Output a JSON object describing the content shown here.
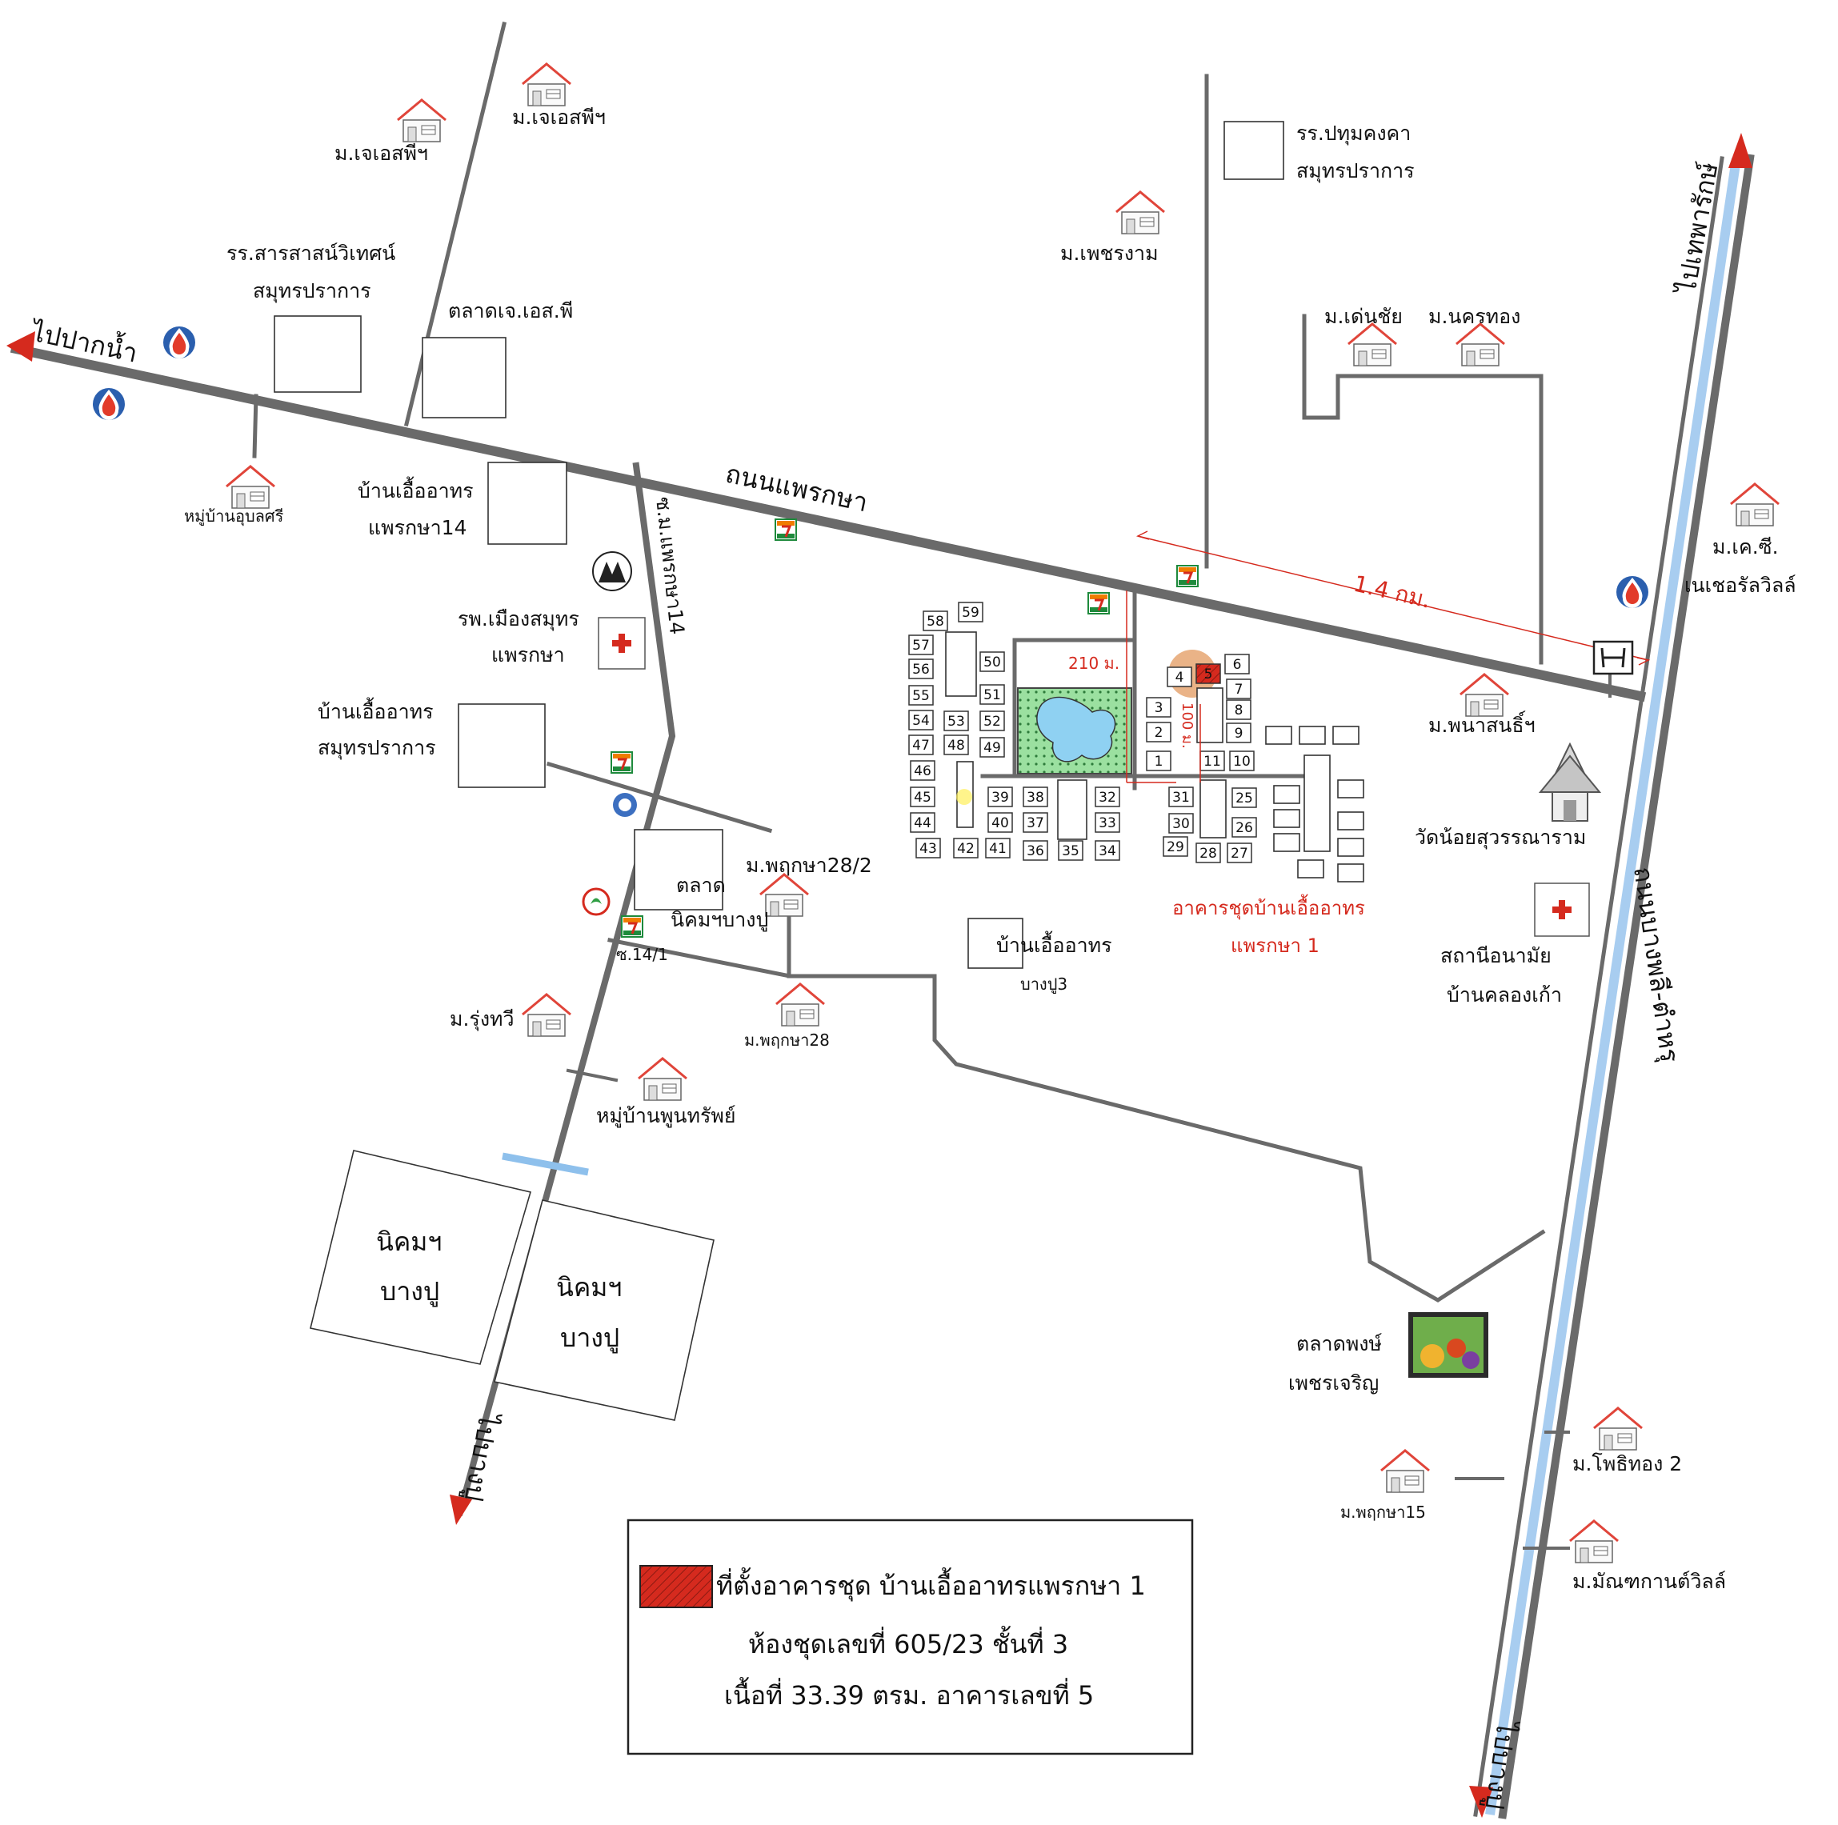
{
  "colors": {
    "road": "#6a6a6a",
    "canal": "#a8cdf0",
    "accent_red": "#d52a1e",
    "pond": "#8fd1f2",
    "park": "#9be0a0",
    "site_orange": "#e5a069"
  },
  "icons": {
    "house": "house-icon",
    "gas_station": "gas-station-icon",
    "hospital": "red-cross-icon",
    "convenience_store": "seven-eleven-icon",
    "temple": "temple-icon",
    "market": "market-icon",
    "car_dealer": "honda-icon",
    "bank": "bank-icon",
    "post": "tree-logo-icon"
  },
  "roads": {
    "main": "ถนนแพรกษา",
    "east": "ถนนบางพลี-ตำหรุ",
    "soi14": "ซ.ม.แพรกษา14",
    "soi14_1": "ซ.14/1"
  },
  "directions": {
    "pak_nam": "ไปปากน้ำ",
    "thepharak": "ไปเทพารักษ์",
    "bangpu_west": "ไปบางปู",
    "bangpu_east": "ไปบางปู"
  },
  "places": {
    "jsp1": "ม.เจเอสพีฯ",
    "jsp2": "ม.เจเอสพีฯ",
    "school1_l1": "รร.สารสาสน์วิเทศน์",
    "school1_l2": "สมุทรปราการ",
    "market_jsp": "ตลาดเจ.เอส.พี",
    "ubonsri": "หมู่บ้านอุบลศรี",
    "eua14_l1": "บ้านเอื้ออาทร",
    "eua14_l2": "แพรกษา14",
    "hosp_l1": "รพ.เมืองสมุทร",
    "hosp_l2": "แพรกษา",
    "euasp_l1": "บ้านเอื้ออาทร",
    "euasp_l2": "สมุทรปราการ",
    "market_nikhom_l1": "ตลาด",
    "market_nikhom_l2": "นิคมฯบางปู",
    "pruksa282": "ม.พฤกษา28/2",
    "eua_bangpu_l1": "บ้านเอื้ออาทร",
    "eua_bangpu_l2": "บางปู3",
    "pruksa28": "ม.พฤกษา28",
    "rungthawee": "ม.รุ่งทวี",
    "poonsub": "หมู่บ้านพูนทรัพย์",
    "nikhom1_l1": "นิคมฯ",
    "nikhom1_l2": "บางปู",
    "nikhom2_l1": "นิคมฯ",
    "nikhom2_l2": "บางปู",
    "school2_l1": "รร.ปทุมคงคา",
    "school2_l2": "สมุทรปราการ",
    "petchngam": "ม.เพชรงาม",
    "denchai": "ม.เด่นชัย",
    "nakornthong": "ม.นครทอง",
    "kc_l1": "ม.เค.ซี.",
    "kc_l2": "เนเชอรัลวิลล์",
    "panasin": "ม.พนาสนธิ์ฯ",
    "wat": "วัดน้อยสุวรรณาราม",
    "health_l1": "สถานีอนามัย",
    "health_l2": "บ้านคลองเก้า",
    "market_pong_l1": "ตลาดพงษ์",
    "market_pong_l2": "เพชรเจริญ",
    "phothong": "ม.โพธิทอง 2",
    "pruksa15": "ม.พฤกษา15",
    "manee": "ม.มัณฑกานต์วิลล์",
    "project_l1": "อาคารชุดบ้านเอื้ออาทร",
    "project_l2": "แพรกษา 1"
  },
  "distances": {
    "main": "1.4 กม.",
    "width": "210 ม.",
    "depth": "100 ม."
  },
  "buildings": [
    "1",
    "2",
    "3",
    "4",
    "5",
    "6",
    "7",
    "8",
    "9",
    "10",
    "11",
    "25",
    "26",
    "27",
    "28",
    "29",
    "30",
    "31",
    "32",
    "33",
    "34",
    "35",
    "36",
    "37",
    "38",
    "39",
    "40",
    "41",
    "42",
    "43",
    "44",
    "45",
    "46",
    "47",
    "48",
    "49",
    "50",
    "51",
    "52",
    "53",
    "54",
    "55",
    "56",
    "57",
    "58",
    "59"
  ],
  "legend": {
    "line1": "ที่ตั้งอาคารชุด บ้านเอื้ออาทรแพรกษา 1",
    "line2": "ห้องชุดเลขที่ 605/23 ชั้นที่ 3",
    "line3": "เนื้อที่ 33.39 ตรม. อาคารเลขที่ 5"
  }
}
